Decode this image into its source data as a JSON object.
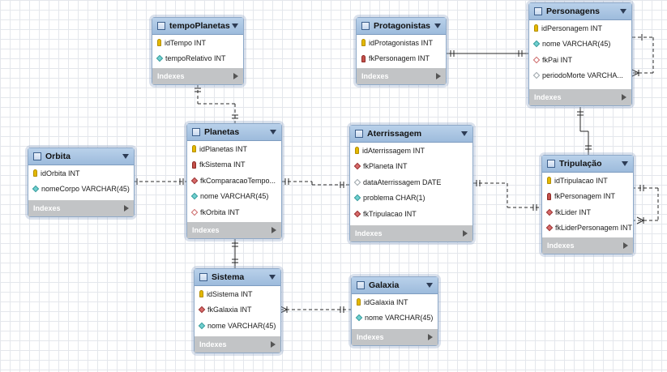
{
  "indexes_label": "Indexes",
  "tables": [
    {
      "id": "tempoPlanetas",
      "name": "tempoPlanetas",
      "columns": [
        {
          "label": "idTempo INT",
          "icon": "key"
        },
        {
          "label": "tempoRelativo INT",
          "icon": "attr"
        }
      ]
    },
    {
      "id": "Protagonistas",
      "name": "Protagonistas",
      "columns": [
        {
          "label": "idProtagonistas INT",
          "icon": "key"
        },
        {
          "label": "fkPersonagem INT",
          "icon": "fk"
        }
      ]
    },
    {
      "id": "Personagens",
      "name": "Personagens",
      "columns": [
        {
          "label": "idPersonagem INT",
          "icon": "key"
        },
        {
          "label": "nome VARCHAR(45)",
          "icon": "attr"
        },
        {
          "label": "fkPai INT",
          "icon": "nullfk"
        },
        {
          "label": "periodoMorte VARCHA...",
          "icon": "nullattr"
        }
      ]
    },
    {
      "id": "Orbita",
      "name": "Orbita",
      "columns": [
        {
          "label": "idOrbita INT",
          "icon": "key"
        },
        {
          "label": "nomeCorpo VARCHAR(45)",
          "icon": "attr"
        }
      ]
    },
    {
      "id": "Planetas",
      "name": "Planetas",
      "columns": [
        {
          "label": "idPlanetas INT",
          "icon": "key"
        },
        {
          "label": "fkSistema INT",
          "icon": "fk"
        },
        {
          "label": "fkComparacaoTempo...",
          "icon": "fkattr"
        },
        {
          "label": "nome VARCHAR(45)",
          "icon": "attr"
        },
        {
          "label": "fkOrbita INT",
          "icon": "nullfk"
        }
      ]
    },
    {
      "id": "Aterrissagem",
      "name": "Aterrissagem",
      "columns": [
        {
          "label": "idAterrissagem INT",
          "icon": "key"
        },
        {
          "label": "fkPlaneta INT",
          "icon": "fkattr"
        },
        {
          "label": "dataAterrissagem DATE",
          "icon": "nullattr"
        },
        {
          "label": "problema CHAR(1)",
          "icon": "attr"
        },
        {
          "label": "fkTripulacao INT",
          "icon": "fkattr"
        }
      ]
    },
    {
      "id": "Tripulacao",
      "name": "Tripulação",
      "columns": [
        {
          "label": "idTripulacao INT",
          "icon": "key"
        },
        {
          "label": "fkPersonagem INT",
          "icon": "fk"
        },
        {
          "label": "fkLider INT",
          "icon": "fkattr"
        },
        {
          "label": "fkLiderPersonagem INT",
          "icon": "fkattr"
        }
      ]
    },
    {
      "id": "Sistema",
      "name": "Sistema",
      "columns": [
        {
          "label": "idSistema INT",
          "icon": "key"
        },
        {
          "label": "fkGalaxia INT",
          "icon": "fkattr"
        },
        {
          "label": "nome VARCHAR(45)",
          "icon": "attr"
        }
      ]
    },
    {
      "id": "Galaxia",
      "name": "Galaxia",
      "columns": [
        {
          "label": "idGalaxia INT",
          "icon": "key"
        },
        {
          "label": "nome VARCHAR(45)",
          "icon": "attr"
        }
      ]
    }
  ]
}
